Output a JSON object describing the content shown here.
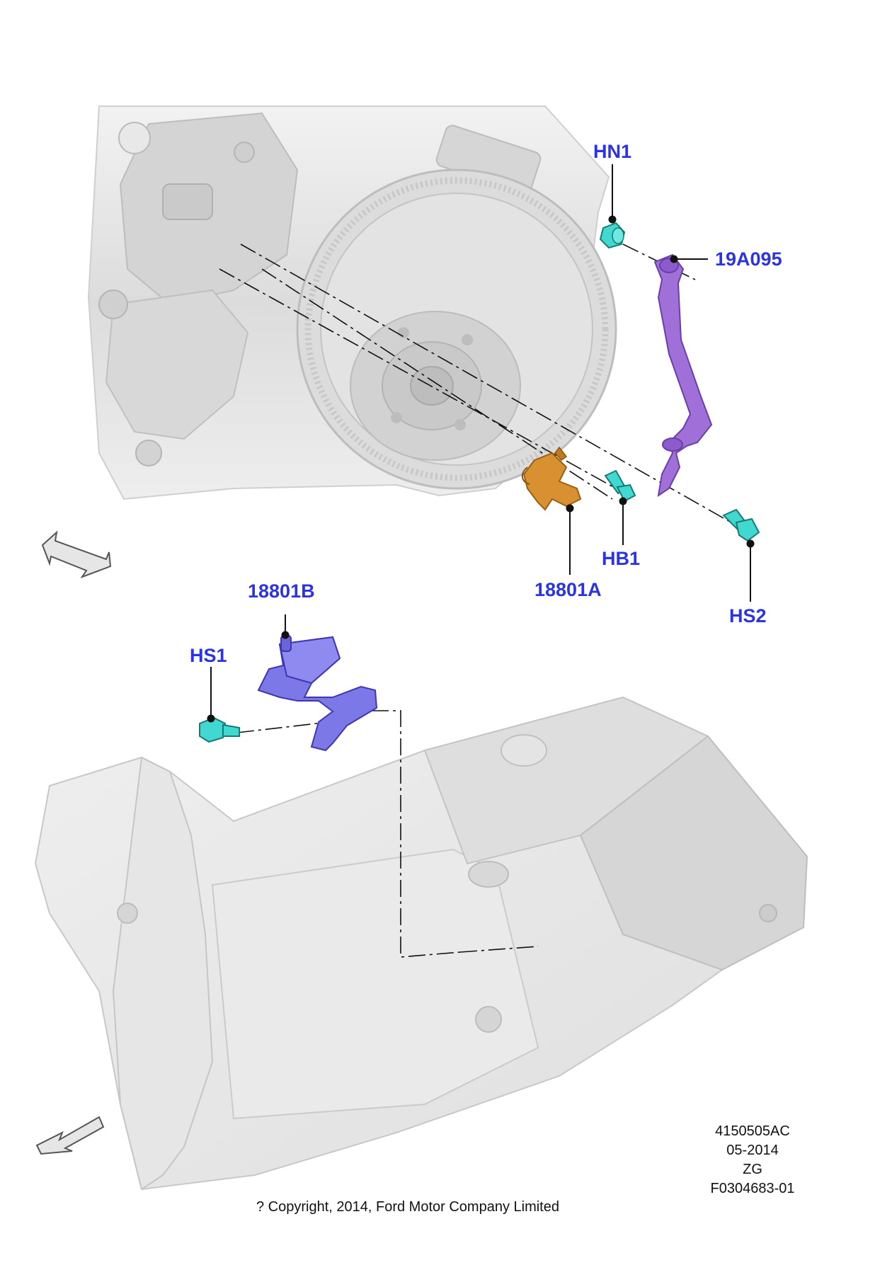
{
  "callouts": {
    "hn1": "HN1",
    "part_19a095": "19A095",
    "hb1": "HB1",
    "part_18801a": "18801A",
    "hs2": "HS2",
    "part_18801b": "18801B",
    "hs1": "HS1"
  },
  "drawing_info": {
    "illustration_number": "4150505AC",
    "date": "05-2014",
    "code": "ZG",
    "figure_id": "F0304683-01"
  },
  "copyright": "? Copyright, 2014, Ford Motor Company Limited",
  "colors": {
    "callout_text": "#2b34e0",
    "fastener": "#40d8d0",
    "ground_strap": "#a070d8",
    "bracket_upper": "#d89030",
    "bracket_lower": "#7d78e8",
    "background_part": "#e2e2e2"
  }
}
